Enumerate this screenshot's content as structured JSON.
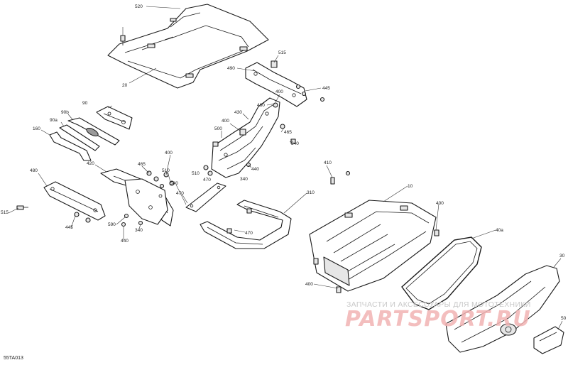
{
  "diagram": {
    "figure_code": "55TA013",
    "callouts": [
      {
        "id": "c520",
        "label": "520"
      },
      {
        "id": "c20",
        "label": "20"
      },
      {
        "id": "c515a",
        "label": "515"
      },
      {
        "id": "c490",
        "label": "490"
      },
      {
        "id": "c445a",
        "label": "445"
      },
      {
        "id": "c400a",
        "label": "400"
      },
      {
        "id": "c460",
        "label": "460"
      },
      {
        "id": "c430",
        "label": "430"
      },
      {
        "id": "c400b",
        "label": "400"
      },
      {
        "id": "c465",
        "label": "465"
      },
      {
        "id": "c500",
        "label": "500"
      },
      {
        "id": "c340a",
        "label": "340"
      },
      {
        "id": "c440a",
        "label": "440"
      },
      {
        "id": "c510a",
        "label": "510"
      },
      {
        "id": "c470a",
        "label": "470"
      },
      {
        "id": "c340b",
        "label": "340"
      },
      {
        "id": "c90",
        "label": "90"
      },
      {
        "id": "c90b",
        "label": "90b"
      },
      {
        "id": "c90a",
        "label": "90a"
      },
      {
        "id": "c160",
        "label": "160"
      },
      {
        "id": "c420",
        "label": "420"
      },
      {
        "id": "c465b",
        "label": "465"
      },
      {
        "id": "c400c",
        "label": "400"
      },
      {
        "id": "c510b",
        "label": "510"
      },
      {
        "id": "c480",
        "label": "480"
      },
      {
        "id": "c515b",
        "label": "515"
      },
      {
        "id": "c445b",
        "label": "445"
      },
      {
        "id": "c540",
        "label": "540"
      },
      {
        "id": "c470b",
        "label": "470"
      },
      {
        "id": "c590",
        "label": "590"
      },
      {
        "id": "c340c",
        "label": "340"
      },
      {
        "id": "c440b",
        "label": "440"
      },
      {
        "id": "c410",
        "label": "410"
      },
      {
        "id": "c10",
        "label": "10"
      },
      {
        "id": "c310",
        "label": "310"
      },
      {
        "id": "c470c",
        "label": "470"
      },
      {
        "id": "c400d",
        "label": "400"
      },
      {
        "id": "c40a",
        "label": "40a"
      },
      {
        "id": "c400e",
        "label": "400"
      },
      {
        "id": "c30",
        "label": "30"
      },
      {
        "id": "c50",
        "label": "50"
      }
    ]
  },
  "watermark": {
    "text": "ЗАПЧАСТИ И АКСЕССУАРЫ ДЛЯ МОТОТЕХНИКИ",
    "logo": "PARTSPORT.RU",
    "color": "#e06060"
  }
}
